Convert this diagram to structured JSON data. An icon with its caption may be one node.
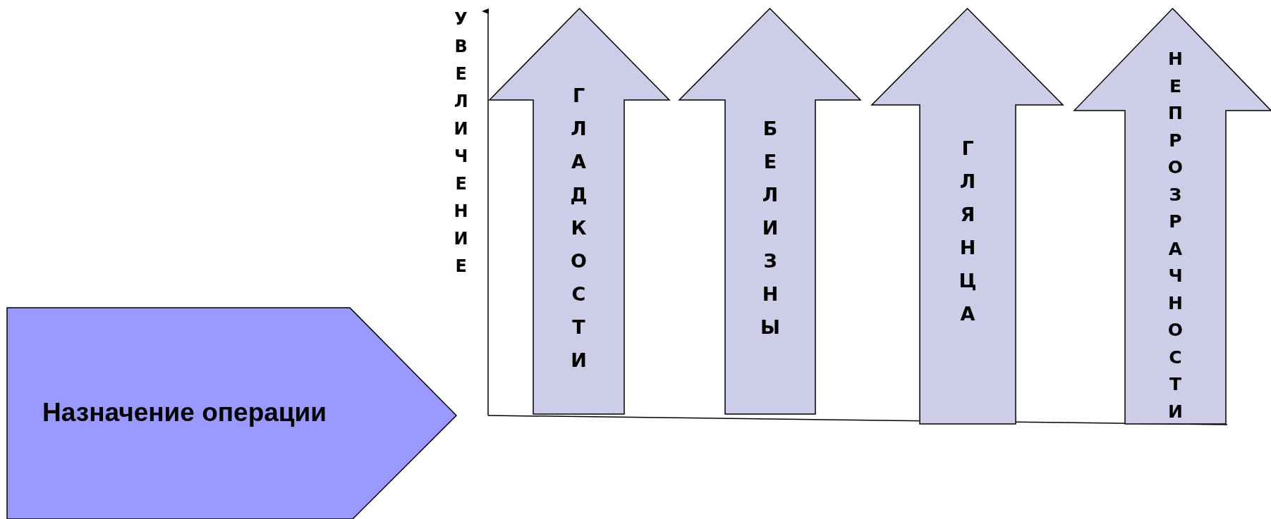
{
  "diagram": {
    "nodes": [
      {
        "text": [
          "Назначение операции"
        ]
      },
      {
        "text": [
          "ГЛАДКОСТИ"
        ]
      },
      {
        "text": [
          "БЕЛИЗНЫ"
        ]
      },
      {
        "text": [
          "ГЛЯНЦА"
        ]
      },
      {
        "text": [
          "НЕПРОЗРАЧНОСТИ"
        ]
      }
    ],
    "edges": [],
    "labels": [
      "УВЕЛИЧЕНИЕ"
    ]
  }
}
